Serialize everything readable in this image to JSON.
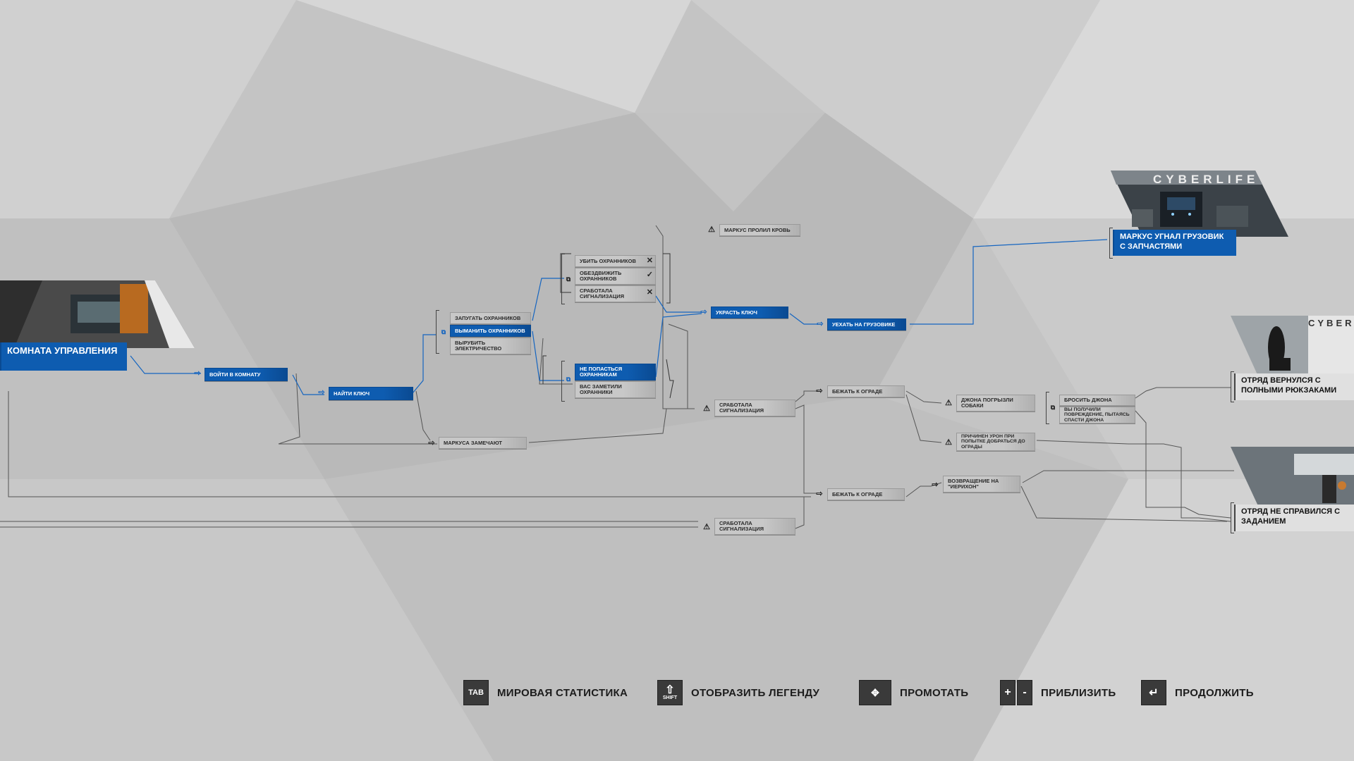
{
  "start_chapter": {
    "title": "КОМНАТА УПРАВЛЕНИЯ"
  },
  "nodes": {
    "enter_room": "ВОЙТИ В КОМНАТУ",
    "find_key": "НАЙТИ КЛЮЧ",
    "scare_guards": "ЗАПУГАТЬ ОХРАННИКОВ",
    "lure_guards": "ВЫМАНИТЬ ОХРАННИКОВ",
    "cut_power": "ВЫРУБИТЬ ЭЛЕКТРИЧЕСТВО",
    "kill_guards": "УБИТЬ ОХРАННИКОВ",
    "disarm_guards": "ОБЕЗДВИЖИТЬ ОХРАННИКОВ",
    "alarm_triggered_a": "СРАБОТАЛА СИГНАЛИЗАЦИЯ",
    "not_caught": "НЕ ПОПАСТЬСЯ ОХРАННИКАМ",
    "guards_noticed": "ВАС ЗАМЕТИЛИ ОХРАННИКИ",
    "markus_spilled_blood": "МАРКУС ПРОЛИЛ КРОВЬ",
    "steal_key": "УКРАСТЬ КЛЮЧ",
    "leave_truck": "УЕХАТЬ НА ГРУЗОВИКЕ",
    "markus_noticed": "МАРКУСА ЗАМЕЧАЮТ",
    "alarm_triggered_b": "СРАБОТАЛА СИГНАЛИЗАЦИЯ",
    "run_fence_a": "БЕЖАТЬ К ОГРАДЕ",
    "john_dogs": "ДЖОНА ПОГРЫЗЛИ СОБАКИ",
    "throw_john": "БРОСИТЬ ДЖОНА",
    "injured_save_john": "ВЫ ПОЛУЧИЛИ ПОВРЕЖДЕНИЕ, ПЫТАЯСЬ СПАСТИ ДЖОНА",
    "damage_fence": "ПРИЧИНЕН УРОН ПРИ ПОПЫТКЕ ДОБРАТЬСЯ ДО ОГРАДЫ",
    "return_jericho": "ВОЗВРАЩЕНИЕ НА \"ИЕРИХОН\"",
    "run_fence_b": "БЕЖАТЬ К ОГРАДЕ",
    "alarm_triggered_c": "СРАБОТАЛА СИГНАЛИЗАЦИЯ"
  },
  "endings": {
    "truck": "МАРКУС УГНАЛ ГРУЗОВИК С ЗАПЧАСТЯМИ",
    "full_backpacks": "ОТРЯД ВЕРНУЛСЯ С ПОЛНЫМИ РЮКЗАКАМИ",
    "failed": "ОТРЯД НЕ СПРАВИЛСЯ С ЗАДАНИЕМ"
  },
  "thumbs": {
    "cyberlife_a": "CYBERLIFE",
    "cyberlife_b": "CYBERL"
  },
  "footer": {
    "tab_key": "TAB",
    "tab_label": "МИРОВАЯ СТАТИСТИКА",
    "shift_key": "SHIFT",
    "shift_label": "ОТОБРАЗИТЬ ЛЕГЕНДУ",
    "pan_label": "ПРОМОТАТЬ",
    "plus_key": "+",
    "minus_key": "-",
    "zoom_label": "ПРИБЛИЗИТЬ",
    "continue_label": "ПРОДОЛЖИТЬ"
  },
  "icons": {
    "choice": "choice-icon",
    "warning": "warning-icon",
    "arrow": "arrow-icon",
    "check": "check-icon",
    "cross": "cross-icon"
  },
  "colors": {
    "accent": "#0e5cb0",
    "background": "#c4c4c4"
  }
}
